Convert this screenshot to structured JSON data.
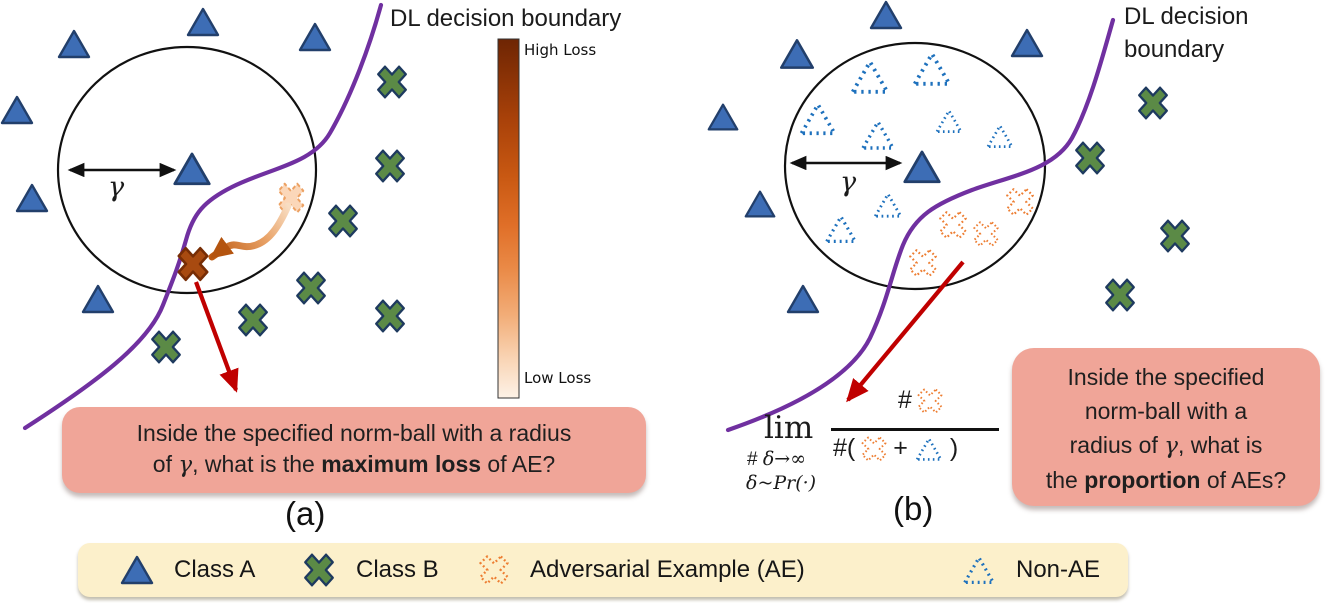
{
  "panel_a": {
    "boundary_label": "DL decision boundary",
    "gamma_label": "γ",
    "colorbar_high": "High Loss",
    "colorbar_low": "Low Loss",
    "callout_line1": "Inside the specified norm-ball with a radius",
    "callout_l2_pre": "of ",
    "callout_l2_gamma": "γ",
    "callout_l2_mid": ", what is the ",
    "callout_l2_bold": "maximum loss",
    "callout_l2_post": " of AE?",
    "caption": "(a)"
  },
  "panel_b": {
    "boundary_label_l1": "DL decision",
    "boundary_label_l2": "boundary",
    "gamma_label": "γ",
    "caption": "(b)",
    "formula": {
      "lim": "lim",
      "sub1_hash": "# ",
      "sub1_var": "δ→∞",
      "sub2": "δ~Pr(·)",
      "num_hash": "#",
      "den_open": "#(",
      "den_plus": "+",
      "den_close": ")"
    },
    "callout_line1": "Inside the specified",
    "callout_line2": "norm-ball with a",
    "callout_l3_pre": "radius of ",
    "callout_l3_gamma": "γ",
    "callout_l3_post": ", what is",
    "callout_l4_pre": "the ",
    "callout_l4_bold": "proportion",
    "callout_l4_post": " of AEs?"
  },
  "legend": {
    "items": [
      {
        "icon": "class-a-triangle-icon",
        "label": "Class A"
      },
      {
        "icon": "class-b-x-icon",
        "label": "Class B"
      },
      {
        "icon": "adversarial-example-icon",
        "label": "Adversarial Example (AE)"
      },
      {
        "icon": "non-ae-triangle-icon",
        "label": "Non-AE"
      }
    ]
  },
  "colors": {
    "class_a_blue": "#3d6db5",
    "class_b_green": "#5b8a46",
    "ae_orange": "#ed7d31",
    "non_ae_blue": "#1e71bd",
    "boundary_purple": "#7030a0",
    "pointer_red": "#c00000",
    "dark_ae_brown": "#a84a10",
    "callout_salmon": "#f0a598",
    "legend_cream": "#fcf0cb",
    "colorbar_top": "#6e2504",
    "colorbar_bottom": "#fdf2e7"
  }
}
